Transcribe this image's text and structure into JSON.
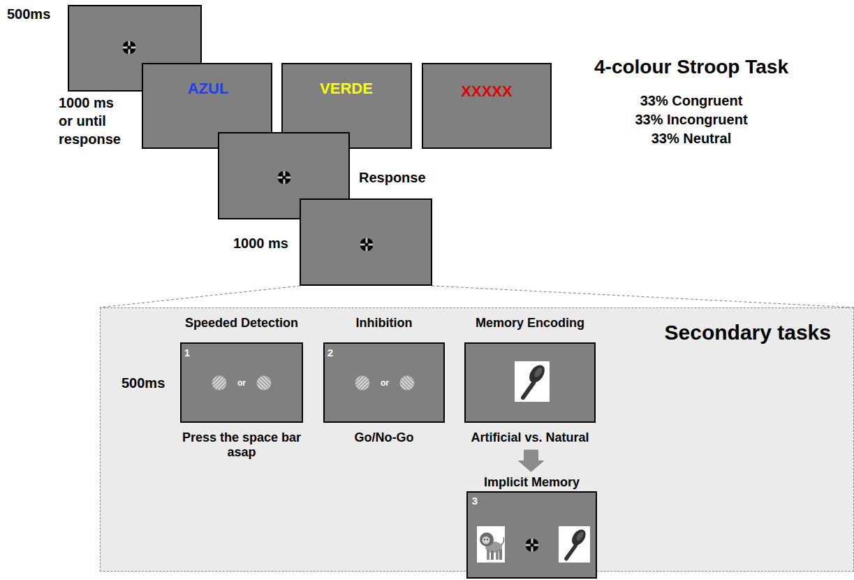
{
  "diagram": {
    "title": "4-colour Stroop Task",
    "nodes": [
      {
        "text": [
          "AZUL"
        ]
      },
      {
        "text": [
          "VERDE"
        ]
      },
      {
        "text": [
          "XXXXX"
        ]
      },
      {
        "text": [
          "Secondary tasks"
        ]
      },
      {
        "text": [
          "Speeded Detection",
          "1",
          "or",
          "Press the space bar asap"
        ],
        "in": 3
      },
      {
        "text": [
          "Inhibition",
          "2",
          "or",
          "Go/No-Go"
        ],
        "in": 3
      },
      {
        "text": [
          "Memory Encoding",
          "Artificial vs. Natural"
        ],
        "in": 3
      },
      {
        "text": [
          "Implicit Memory",
          "3"
        ],
        "in": 3
      }
    ],
    "edges": [
      {
        "from": 6,
        "to": 7,
        "arrow": "to"
      }
    ],
    "labels": [
      "500ms",
      "1000 ms or until response",
      "Response",
      "1000 ms",
      "33% Congruent",
      "33% Incongruent",
      "33% Neutral",
      "500ms"
    ]
  }
}
